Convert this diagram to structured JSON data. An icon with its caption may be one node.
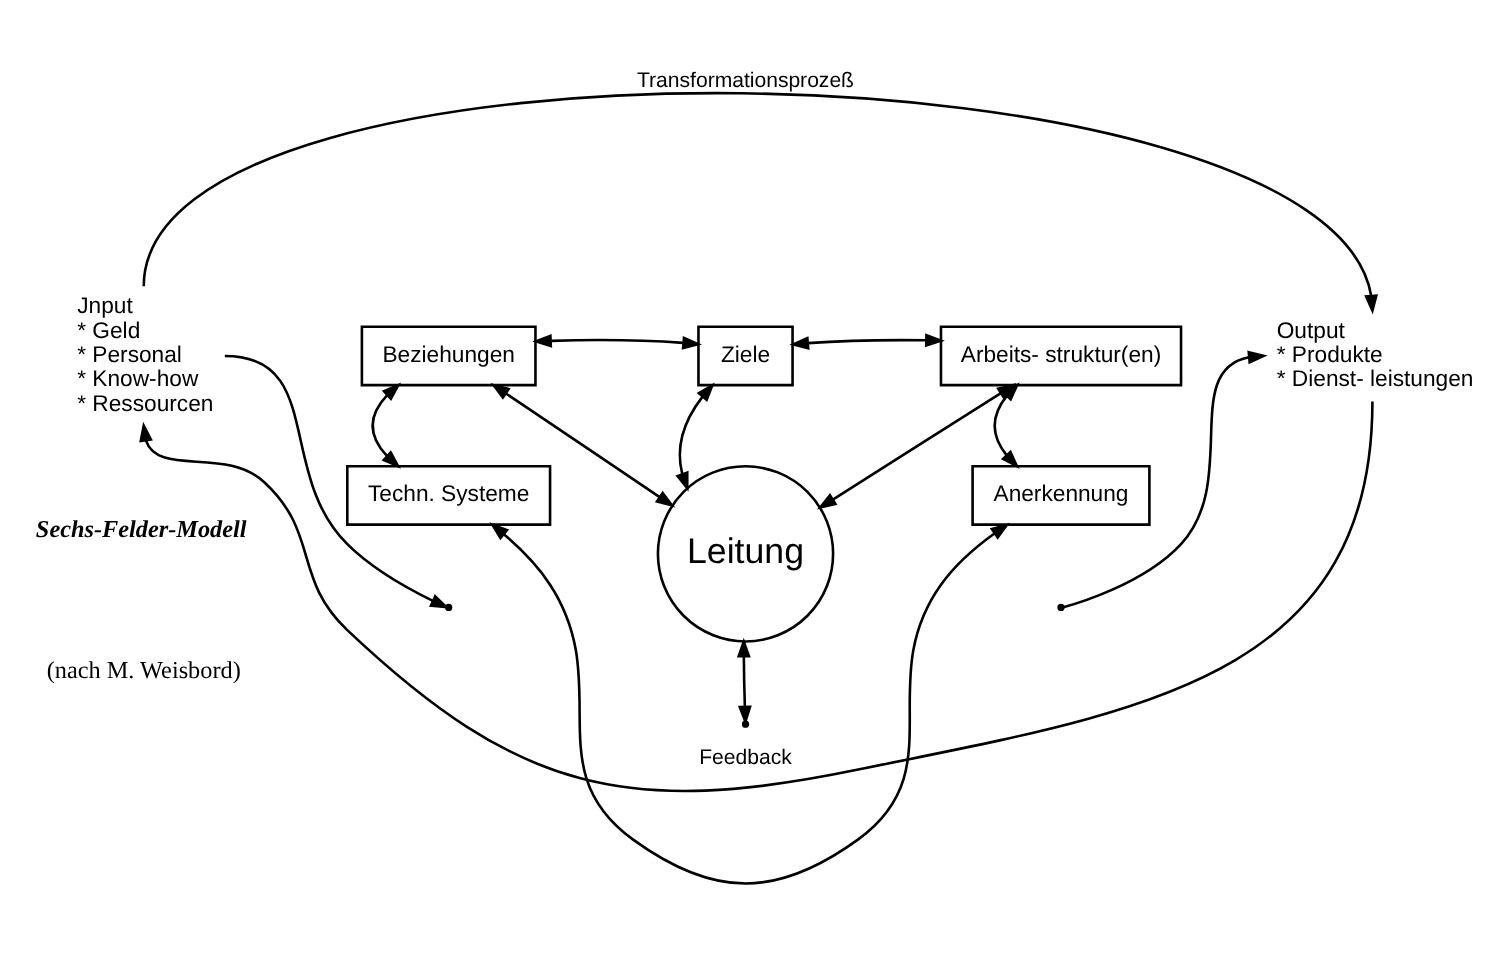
{
  "diagram": {
    "nodes": [
      {
        "text": [
          "Jnput",
          "* Geld",
          "* Personal",
          "* Know-how",
          "* Ressourcen"
        ]
      },
      {
        "text": [
          "Output",
          "* Produkte",
          "* Dienst- leistungen"
        ]
      },
      {
        "text": [
          "Ziele"
        ]
      },
      {
        "text": [
          "Beziehungen"
        ]
      },
      {
        "text": [
          "Leitung"
        ]
      },
      {
        "text": [
          "Arbeits- struktur(en)"
        ]
      },
      {
        "text": [
          "Techn. Systeme"
        ]
      },
      {
        "text": [
          "Anerkennung"
        ]
      }
    ],
    "edges": [
      {
        "from": 0,
        "to": 1,
        "arrow": "to",
        "label": "Transformationsprozeß"
      },
      {
        "from": 1,
        "to": 0,
        "arrow": "to",
        "label": "Feedback"
      },
      {
        "from": 0,
        "to": null,
        "arrow": "to"
      },
      {
        "from": null,
        "to": 1,
        "arrow": "to"
      },
      {
        "from": 2,
        "to": 3,
        "arrow": "both"
      },
      {
        "from": 2,
        "to": 5,
        "arrow": "both"
      },
      {
        "from": 3,
        "to": 6,
        "arrow": "both"
      },
      {
        "from": 5,
        "to": 7,
        "arrow": "both"
      },
      {
        "from": 6,
        "to": 7,
        "arrow": "both"
      },
      {
        "from": 4,
        "to": 2,
        "arrow": "both"
      },
      {
        "from": 4,
        "to": 3,
        "arrow": "both"
      },
      {
        "from": 4,
        "to": 5,
        "arrow": "both"
      },
      {
        "from": 4,
        "to": null,
        "arrow": "both"
      }
    ],
    "labels": [
      "Sechs-Felder-Modell",
      "(nach M. Weisbord)"
    ]
  }
}
